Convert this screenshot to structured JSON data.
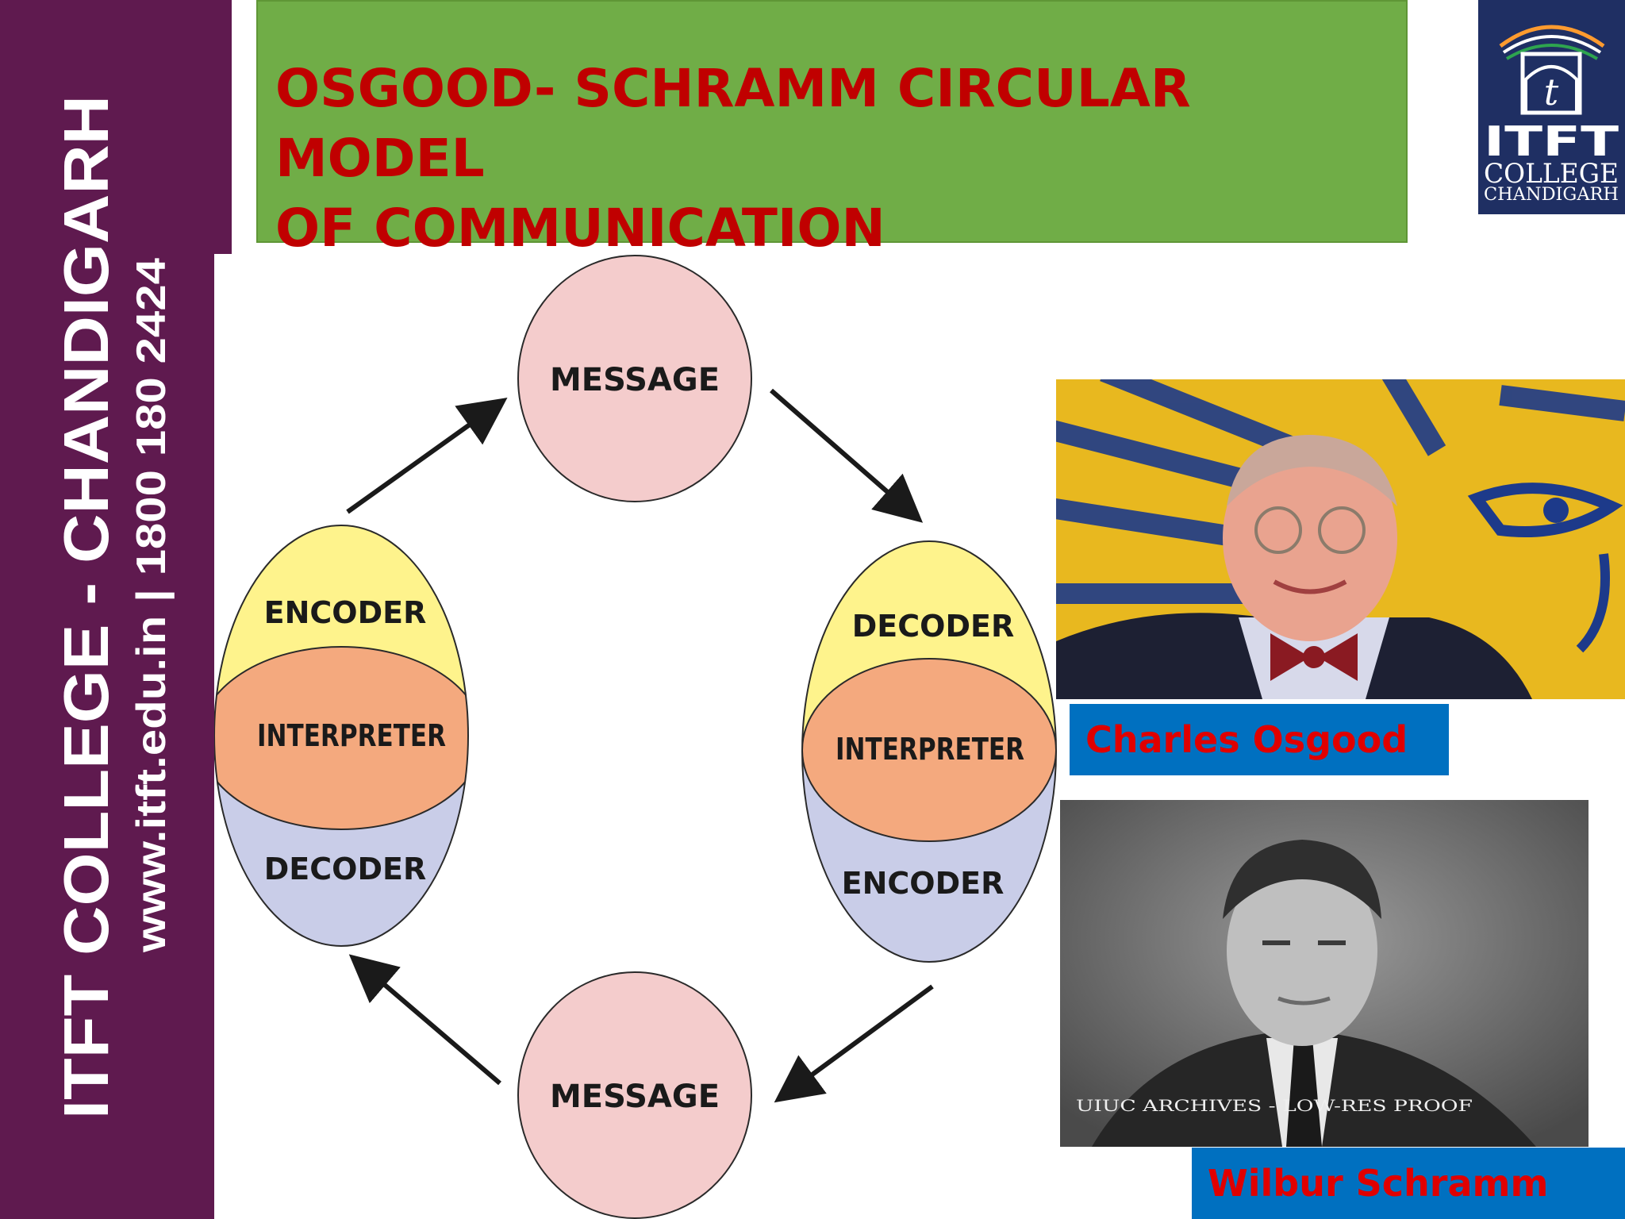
{
  "sidebar": {
    "college_name": "ITFT COLLEGE - CHANDIGARH",
    "contact": "www.itft.edu.in  | 1800 180 2424",
    "color": "#5f1a4f"
  },
  "title": {
    "line1": "OSGOOD- SCHRAMM CIRCULAR MODEL",
    "line2": "OF COMMUNICATION",
    "color": "#c00000",
    "background": "#70ad47"
  },
  "logo": {
    "line1": "ITFT",
    "line2": "COLLEGE",
    "line3": "CHANDIGARH"
  },
  "diagram": {
    "top_message": "MESSAGE",
    "bottom_message": "MESSAGE",
    "left_party": {
      "top": "ENCODER",
      "middle": "INTERPRETER",
      "bottom": "DECODER"
    },
    "right_party": {
      "top": "DECODER",
      "middle": "INTERPRETER",
      "bottom": "ENCODER"
    },
    "colors": {
      "message": "#f4cccc",
      "yellow": "#fef38c",
      "orange": "#f4a97e",
      "lavender": "#c9cde8"
    }
  },
  "photos": {
    "osgood_caption": "Charles Osgood",
    "schramm_caption": "Wilbur Schramm",
    "schramm_watermark": "UIUC ARCHIVES - LOW-RES PROOF"
  }
}
